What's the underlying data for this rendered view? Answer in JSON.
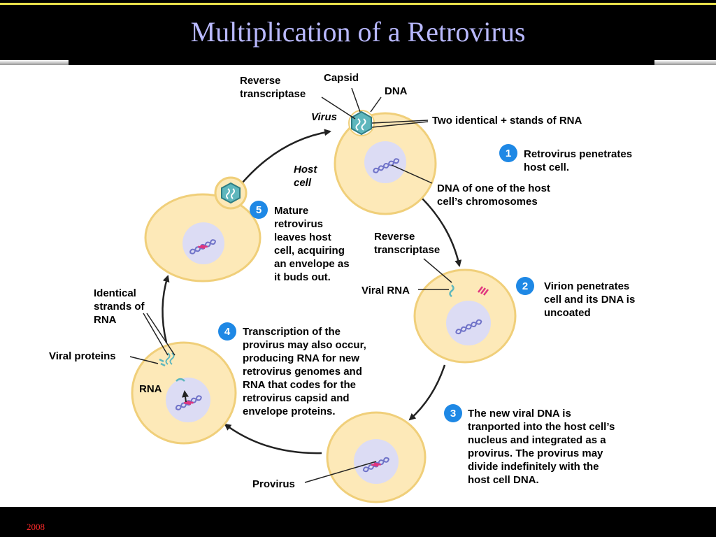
{
  "slide": {
    "title": "Multiplication of a Retrovirus",
    "footer_year": "2008"
  },
  "diagram": {
    "labels": {
      "reverse_transcriptase_top": [
        "Reverse",
        "transcriptase"
      ],
      "capsid": "Capsid",
      "dna": "DNA",
      "virus": "Virus",
      "two_rna": "Two identical + stands of RNA",
      "host_cell": [
        "Host",
        "cell"
      ],
      "host_dna": [
        "DNA of one of the host",
        "cell’s chromosomes"
      ],
      "reverse_transcriptase_mid": [
        "Reverse",
        "transcriptase"
      ],
      "viral_rna": "Viral RNA",
      "identical_strands": [
        "Identical",
        "strands of",
        "RNA"
      ],
      "viral_proteins": "Viral proteins",
      "rna": "RNA",
      "provirus": "Provirus"
    },
    "steps": [
      {
        "number": "1",
        "lines": [
          "Retrovirus penetrates",
          "host cell."
        ]
      },
      {
        "number": "2",
        "lines": [
          "Virion penetrates",
          "cell and its DNA is",
          "uncoated"
        ]
      },
      {
        "number": "3",
        "lines": [
          "The new viral DNA is",
          "tranported into the host cell’s",
          "nucleus and integrated as a",
          "provirus. The provirus may",
          "divide indefinitely with the",
          "host cell DNA."
        ]
      },
      {
        "number": "4",
        "lines": [
          "Transcription of the",
          "provirus may also occur,",
          "producing RNA for new",
          "retrovirus genomes and",
          "RNA that codes for the",
          "retrovirus capsid and",
          "envelope proteins."
        ]
      },
      {
        "number": "5",
        "lines": [
          "Mature",
          "retrovirus",
          "leaves host",
          "cell, acquiring",
          "an envelope as",
          "it buds out."
        ]
      }
    ],
    "colors": {
      "cell_fill": "#fde9b8",
      "cell_stroke": "#f0cf7a",
      "nucleus_fill": "#dcdcf4",
      "dna_blue": "#6f72c8",
      "dna_pink": "#e0357f",
      "virus_teal": "#5fb7bd",
      "step_badge": "#1e88e5"
    }
  }
}
